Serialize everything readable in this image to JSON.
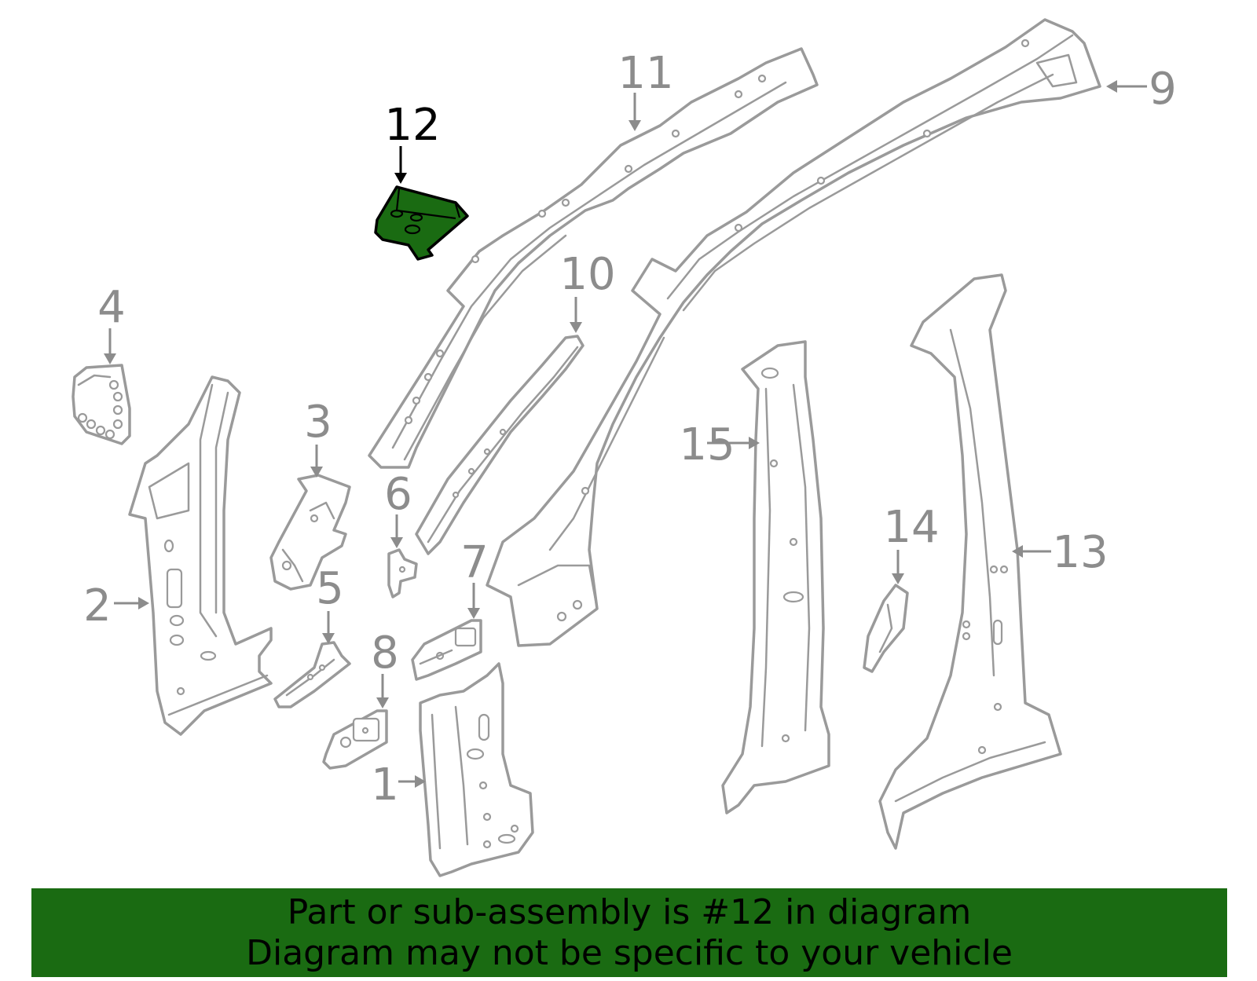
{
  "highlight_color": "#1a6b12",
  "banner": {
    "line1": "Part or sub-assembly is #12 in diagram",
    "line2": "Diagram may not be specific to your vehicle"
  },
  "callouts": {
    "c1": "1",
    "c2": "2",
    "c3": "3",
    "c4": "4",
    "c5": "5",
    "c6": "6",
    "c7": "7",
    "c8": "8",
    "c9": "9",
    "c10": "10",
    "c11": "11",
    "c12": "12",
    "c13": "13",
    "c14": "14",
    "c15": "15"
  }
}
